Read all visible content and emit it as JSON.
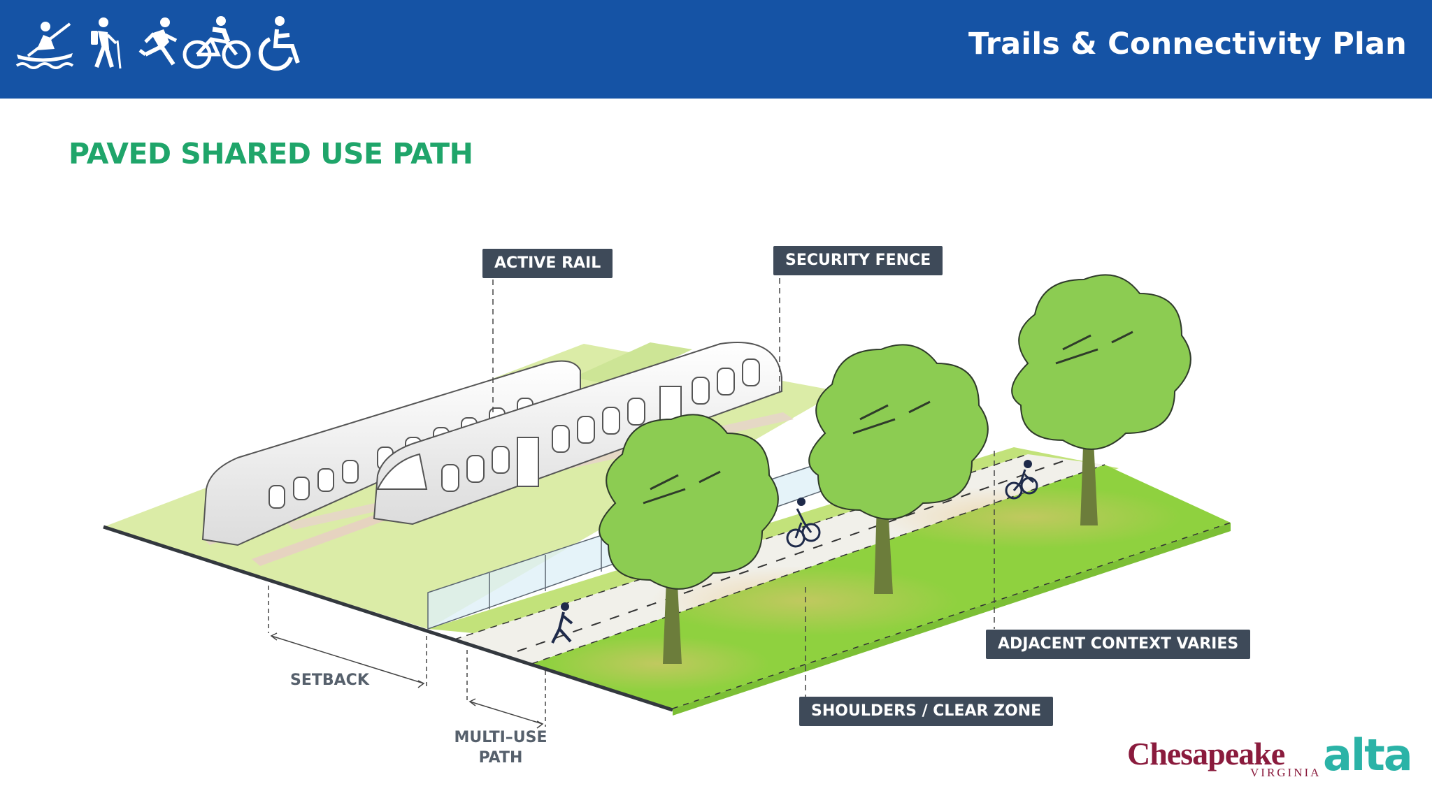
{
  "header": {
    "title": "Trails & Connectivity Plan",
    "icons": [
      "kayak-icon",
      "hiker-icon",
      "runner-icon",
      "cyclist-icon",
      "wheelchair-icon"
    ],
    "background": "#1553a5"
  },
  "page": {
    "title": "PAVED SHARED USE PATH",
    "title_color": "#1fa56a"
  },
  "callouts": {
    "active_rail": "ACTIVE RAIL",
    "security_fence": "SECURITY FENCE",
    "adjacent_context": "ADJACENT CONTEXT VARIES",
    "shoulders": "SHOULDERS / CLEAR ZONE"
  },
  "dimensions": {
    "setback": "SETBACK",
    "multi_use_path_line1": "MULTI–USE",
    "multi_use_path_line2": "PATH"
  },
  "logos": {
    "chesapeake": "Chesapeake",
    "chesapeake_sub": "VIRGINIA",
    "alta": "alta"
  },
  "colors": {
    "grass": "#8fd13f",
    "grass_light": "#cfe79c",
    "path": "#f0efeb",
    "callout_bg": "#3e4a59",
    "chesapeake": "#8a1b3d",
    "alta": "#2bb3a7"
  }
}
